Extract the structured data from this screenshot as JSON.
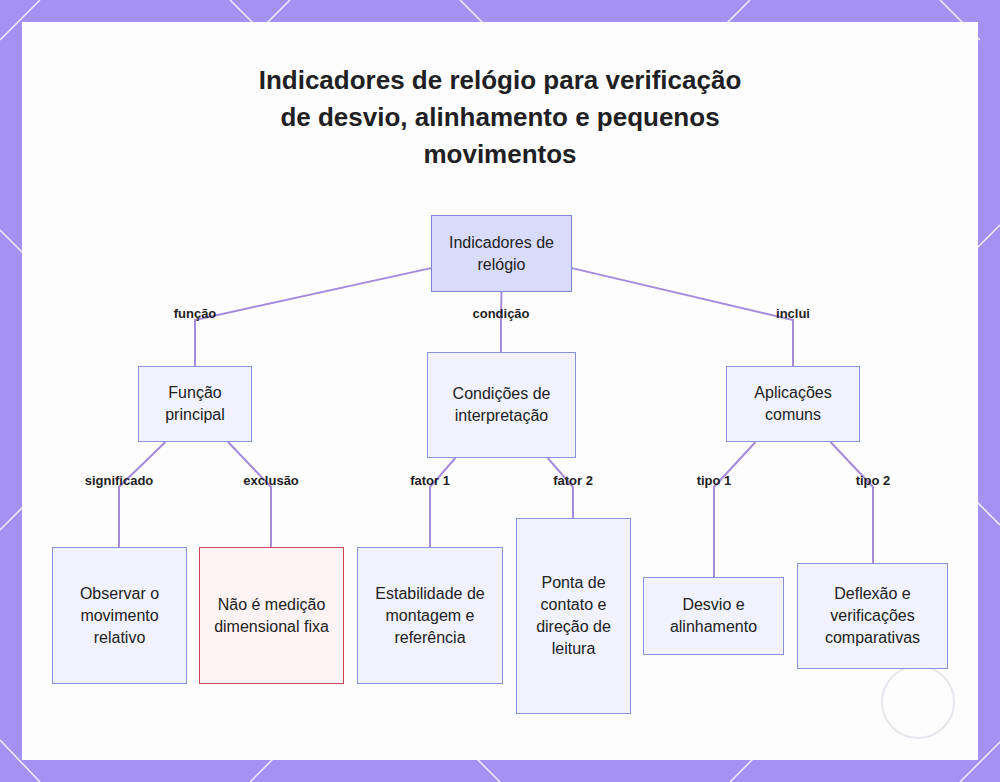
{
  "diagram": {
    "title": "Indicadores de relógio para verificação de desvio, alinhamento e pequenos movimentos",
    "nodes": [
      {
        "text": [
          "Indicadores de relógio"
        ]
      },
      {
        "text": [
          "Função principal"
        ]
      },
      {
        "text": [
          "Condições de interpretação"
        ]
      },
      {
        "text": [
          "Aplicações comuns"
        ]
      },
      {
        "text": [
          "Observar o movimento relativo"
        ]
      },
      {
        "text": [
          "Não é medição dimensional fixa"
        ]
      },
      {
        "text": [
          "Estabilidade de montagem e referência"
        ]
      },
      {
        "text": [
          "Ponta de contato e direção de leitura"
        ]
      },
      {
        "text": [
          "Desvio e alinhamento"
        ]
      },
      {
        "text": [
          "Deflexão e verificações comparativas"
        ]
      }
    ],
    "edges": [
      {
        "from": 0,
        "to": 1,
        "label": "função",
        "arrow": "none"
      },
      {
        "from": 0,
        "to": 2,
        "label": "condição",
        "arrow": "none"
      },
      {
        "from": 0,
        "to": 3,
        "label": "inclui",
        "arrow": "none"
      },
      {
        "from": 1,
        "to": 4,
        "label": "significado",
        "arrow": "none"
      },
      {
        "from": 1,
        "to": 5,
        "label": "exclusão",
        "arrow": "none"
      },
      {
        "from": 2,
        "to": 6,
        "label": "fator 1",
        "arrow": "none"
      },
      {
        "from": 2,
        "to": 7,
        "label": "fator 2",
        "arrow": "none"
      },
      {
        "from": 3,
        "to": 8,
        "label": "tipo 1",
        "arrow": "none"
      },
      {
        "from": 3,
        "to": 9,
        "label": "tipo 2",
        "arrow": "none"
      }
    ]
  }
}
